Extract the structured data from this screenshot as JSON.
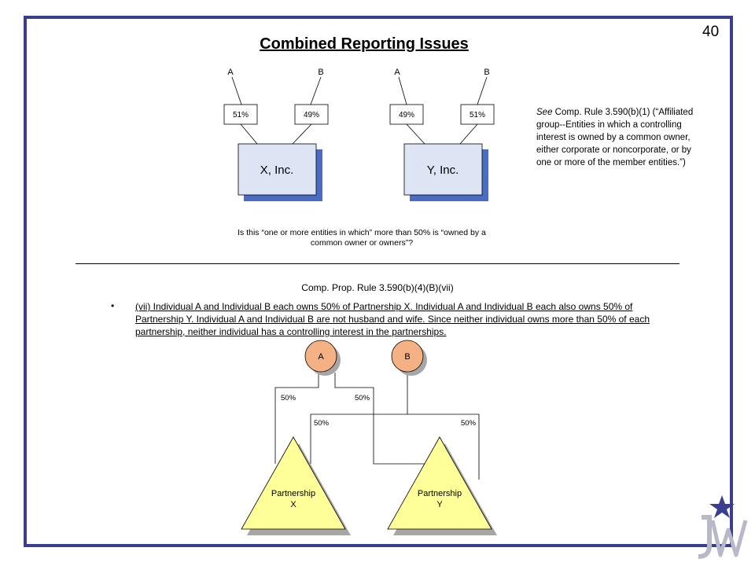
{
  "page_number": "40",
  "title": "Combined Reporting Issues",
  "top_diagram": {
    "left": {
      "owner_a": "A",
      "owner_b": "B",
      "pct_a": "51%",
      "pct_b": "49%",
      "entity": "X, Inc."
    },
    "right": {
      "owner_a": "A",
      "owner_b": "B",
      "pct_a": "49%",
      "pct_b": "51%",
      "entity": "Y, Inc."
    },
    "question": "Is this “one or more entities in which” more than 50% is “owned by a common owner or owners”?"
  },
  "rule_note": {
    "see": "See",
    "text": " Comp. Rule 3.590(b)(1) (“Affiliated group--Entities in which a controlling interest is owned by a common owner, either corporate or noncorporate, or by one or more of the member entities.”)"
  },
  "rule_heading": "Comp. Prop. Rule 3.590(b)(4)(B)(vii)",
  "bullet": "•",
  "rule_text": "(vii) Individual A and Individual B each owns 50% of Partnership X. Individual A and Individual B each also owns 50% of Partnership Y. Individual A and Individual B are not husband and wife. Since neither individual owns more than 50% of each partnership, neither individual has a controlling interest in the partnerships.",
  "bottom_diagram": {
    "owner_a": "A",
    "owner_b": "B",
    "pct_a_to_x": "50%",
    "pct_a_to_y": "50%",
    "pct_b_to_x": "50%",
    "pct_b_to_y": "50%",
    "partnership_x_line1": "Partnership",
    "partnership_x_line2": "X",
    "partnership_y_line1": "Partnership",
    "partnership_y_line2": "Y"
  },
  "colors": {
    "frame": "#3b3d8f",
    "entity_fill": "#dde5f5",
    "entity_shadow": "#4a6cc2",
    "circle_fill": "#f4b183",
    "triangle_fill": "#ffff99",
    "shadow_gray": "#a6a6a6",
    "logo_star": "#3b3d8f",
    "logo_letters": "#b7b9c9"
  }
}
